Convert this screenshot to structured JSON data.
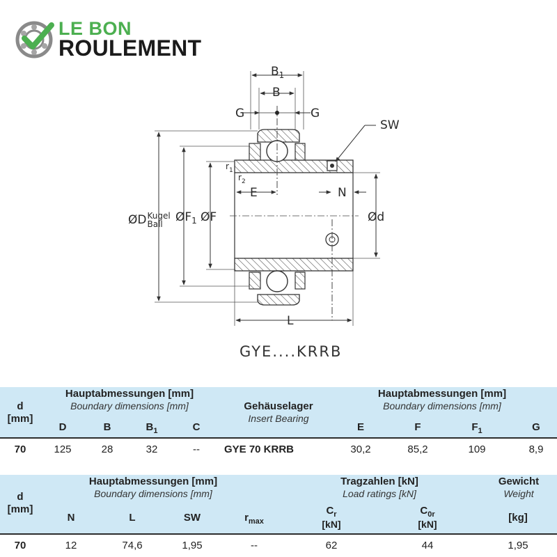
{
  "logo": {
    "line1": "LE BON",
    "line2": "ROULEMENT",
    "colors": {
      "green": "#4caf50",
      "dark": "#1b1b1b"
    }
  },
  "drawing": {
    "labels": {
      "B1": "B",
      "B1_sub": "1",
      "B": "B",
      "G_left": "G",
      "G_right": "G",
      "SW": "SW",
      "r1": "r",
      "r1_sub": "1",
      "r2": "r",
      "r2_sub": "2",
      "E": "E",
      "N": "N",
      "D_prefix": "ØD",
      "D_top": "Kugel",
      "D_bottom": "Ball",
      "F1": "ØF",
      "F1_sub": "1",
      "F": "ØF",
      "d": "Ød",
      "L": "L"
    },
    "caption": "GYE....KRRB"
  },
  "table1": {
    "d_label": "d",
    "d_unit": "[mm]",
    "left_title": "Hauptabmessungen [mm]",
    "left_subtitle": "Boundary dimensions [mm]",
    "center_title": "Gehäuselager",
    "center_subtitle": "Insert Bearing",
    "right_title": "Hauptabmessungen [mm]",
    "right_subtitle": "Boundary dimensions [mm]",
    "columns": {
      "D": "D",
      "B": "B",
      "B1": "B",
      "B1_sub": "1",
      "C": "C",
      "E": "E",
      "F": "F",
      "F1": "F",
      "F1_sub": "1",
      "G": "G"
    },
    "row": {
      "d": "70",
      "D": "125",
      "B": "28",
      "B1": "32",
      "C": "--",
      "name": "GYE 70 KRRB",
      "E": "30,2",
      "F": "85,2",
      "F1": "109",
      "G": "8,9"
    }
  },
  "table2": {
    "d_label": "d",
    "d_unit": "[mm]",
    "left_title": "Hauptabmessungen [mm]",
    "left_subtitle": "Boundary dimensions [mm]",
    "mid_title": "Tragzahlen [kN]",
    "mid_subtitle": "Load ratings [kN]",
    "right_title": "Gewicht",
    "right_subtitle": "Weight",
    "columns": {
      "N": "N",
      "L": "L",
      "SW": "SW",
      "rmax": "r",
      "rmax_sub": "max",
      "Cr": "C",
      "Cr_sub": "r",
      "Cr_unit": "[kN]",
      "C0r": "C",
      "C0r_sub": "0r",
      "C0r_unit": "[kN]",
      "kg": "[kg]"
    },
    "row": {
      "d": "70",
      "N": "12",
      "L": "74,6",
      "SW": "1,95",
      "rmax": "--",
      "Cr": "62",
      "C0r": "44",
      "weight": "1,95"
    }
  },
  "colors": {
    "header_bg": "#cfe8f5",
    "row_border": "#2c2c2c"
  }
}
